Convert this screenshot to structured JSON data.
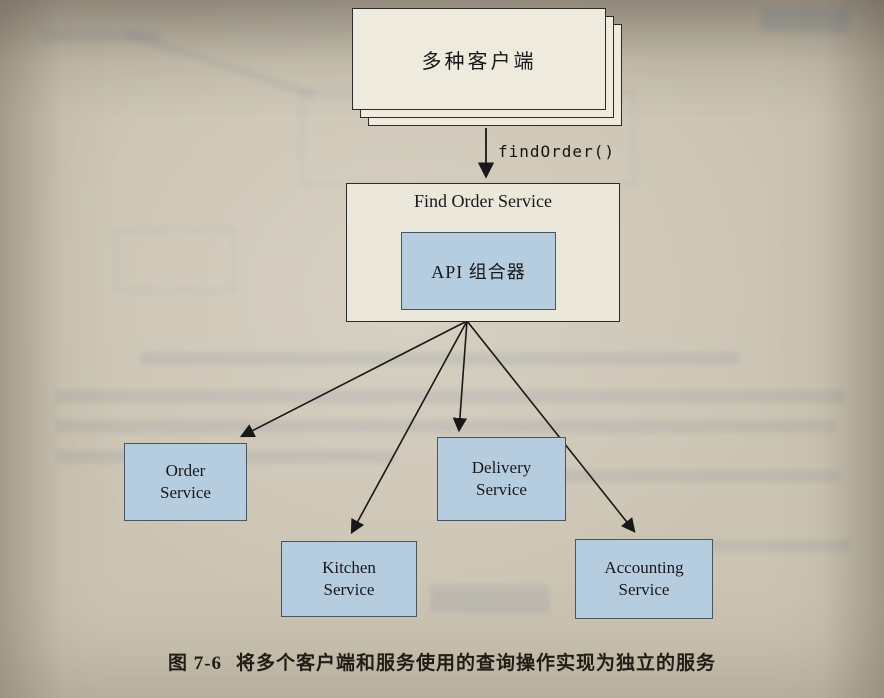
{
  "figure": {
    "clients_label": "多种客户端",
    "call_label": "findOrder()",
    "service_title": "Find Order Service",
    "composer_label": "API 组合器",
    "services": [
      {
        "id": "order-service",
        "line1": "Order",
        "line2": "Service"
      },
      {
        "id": "kitchen-service",
        "line1": "Kitchen",
        "line2": "Service"
      },
      {
        "id": "delivery-service",
        "line1": "Delivery",
        "line2": "Service"
      },
      {
        "id": "accounting-service",
        "line1": "Accounting",
        "line2": "Service"
      }
    ],
    "edges": [
      {
        "from": "clients",
        "to": "find-order-service",
        "label": "findOrder()"
      },
      {
        "from": "api-composer",
        "to": "order-service"
      },
      {
        "from": "api-composer",
        "to": "kitchen-service"
      },
      {
        "from": "api-composer",
        "to": "delivery-service"
      },
      {
        "from": "api-composer",
        "to": "accounting-service"
      }
    ],
    "caption": {
      "number": "图 7-6",
      "text": "将多个客户端和服务使用的查询操作实现为独立的服务"
    }
  },
  "colors": {
    "page_background": "#ccc4b3",
    "client_box_fill": "#eeeade",
    "panel_fill": "#ebe7da",
    "service_box_fill": "#b6cddf",
    "border": "#2b2b2b",
    "arrow": "#181818",
    "showthrough": "#4d6488"
  }
}
